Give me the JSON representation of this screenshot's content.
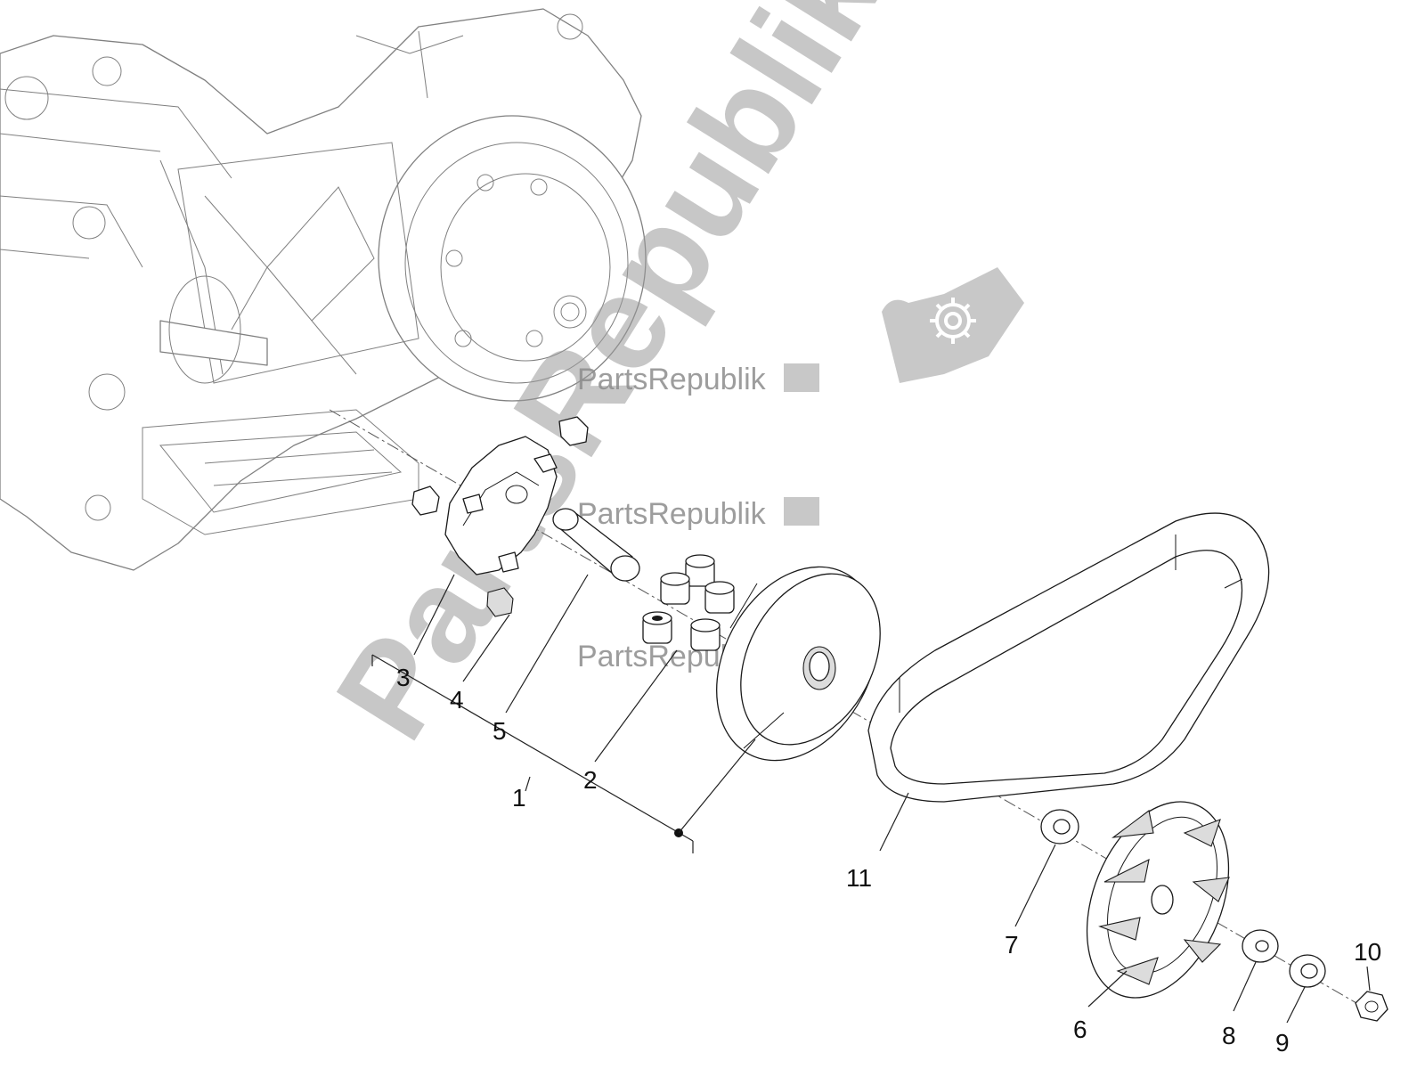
{
  "watermark": {
    "brand_large": "PartsRepublik",
    "brand_small": "PartsRepublik",
    "logo_icon": "gear-flag-icon"
  },
  "callouts": [
    "1",
    "2",
    "3",
    "4",
    "5",
    "6",
    "7",
    "8",
    "9",
    "10",
    "11"
  ]
}
